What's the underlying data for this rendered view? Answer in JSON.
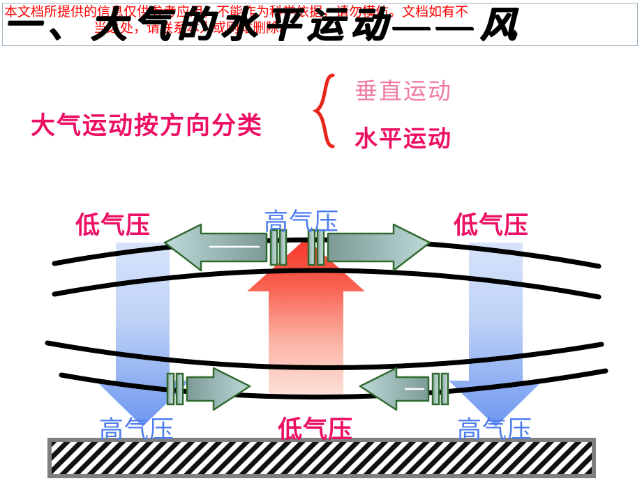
{
  "header": {
    "disclaimer_line1": "本文档所提供的信息仅供参考应用，不能作为科学依据，请勿模仿。文档如有不",
    "disclaimer_line2": "当之处，请联系本人或网站删除。",
    "title": "一、大气的水平运动——风"
  },
  "classification": {
    "main_label": "大气运动按方向分类",
    "brace_symbol": "{",
    "branch_vertical": "垂直运动",
    "branch_horizontal": "水平运动"
  },
  "diagram": {
    "labels": {
      "top_left": "低气压",
      "top_middle": "高气压",
      "top_right": "低气压",
      "bottom_left": "高气压",
      "bottom_middle": "低气压",
      "bottom_right": "高气压"
    },
    "icons": {
      "updraft": "red-up-arrow",
      "downdraft_left": "blue-down-arrow",
      "downdraft_right": "blue-down-arrow",
      "upper_wind_left": "green-left-arrow",
      "upper_wind_right": "green-right-arrow",
      "surface_wind_left": "green-right-arrow",
      "surface_wind_right": "green-left-arrow",
      "ground": "hatched-ground"
    }
  },
  "colors": {
    "pink": "#ed0f63",
    "light_pink": "#f07ba4",
    "blue": "#4d7df0",
    "red": "#ff0000",
    "arrow_red_top": "#f6372b",
    "arrow_red_bottom": "#fcdcd4",
    "arrow_blue_top": "#cddcf7",
    "arrow_blue_bottom": "#6c96ef",
    "wind_outline": "#2f6b2f",
    "ground_border": "#7f7f7f",
    "orange_marker": "#ff8000",
    "banner_border": "#9fb3bd"
  }
}
